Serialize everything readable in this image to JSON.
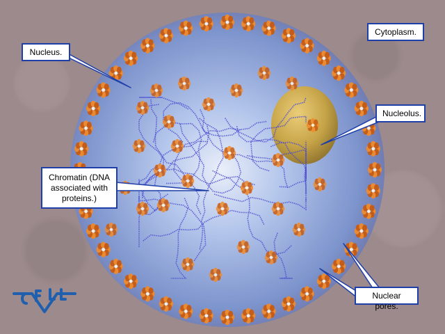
{
  "labels": {
    "nucleus": "Nucleus.",
    "cytoplasm": "Cytoplasm.",
    "nucleolus": "Nucleolus.",
    "chromatin": "Chromatin (DNA associated with proteins.)",
    "nuclear_pores": "Nuclear pores."
  },
  "logo": {
    "text": "CELL",
    "color": "#1f5fae"
  },
  "colors": {
    "background": "#9c8a8c",
    "nucleus_fill": "#6f8ed8",
    "nucleus_core": "#dce8ff",
    "pore": "#f08a2a",
    "pore_dark": "#c85a10",
    "chromatin": "#4a4ad0",
    "nucleolus": "#c9a23a",
    "callout_border": "#1f3fa8"
  }
}
